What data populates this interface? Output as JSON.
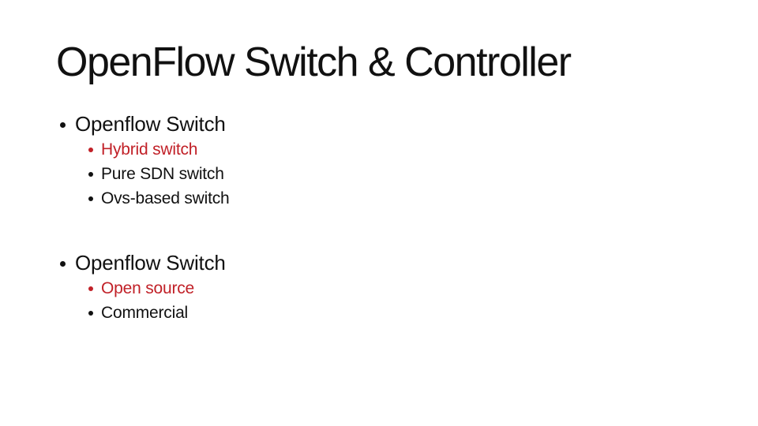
{
  "slide": {
    "title": "OpenFlow Switch & Controller",
    "bullet_char": "•",
    "groups": [
      {
        "heading": "Openflow Switch",
        "items": [
          {
            "label": "Hybrid switch",
            "highlighted": true
          },
          {
            "label": "Pure SDN switch",
            "highlighted": false
          },
          {
            "label": "Ovs-based switch",
            "highlighted": false
          }
        ]
      },
      {
        "heading": "Openflow Switch",
        "items": [
          {
            "label": "Open source",
            "highlighted": true
          },
          {
            "label": "Commercial",
            "highlighted": false
          }
        ]
      }
    ],
    "colors": {
      "background": "#ffffff",
      "text": "#111111",
      "highlight": "#c12128"
    }
  }
}
